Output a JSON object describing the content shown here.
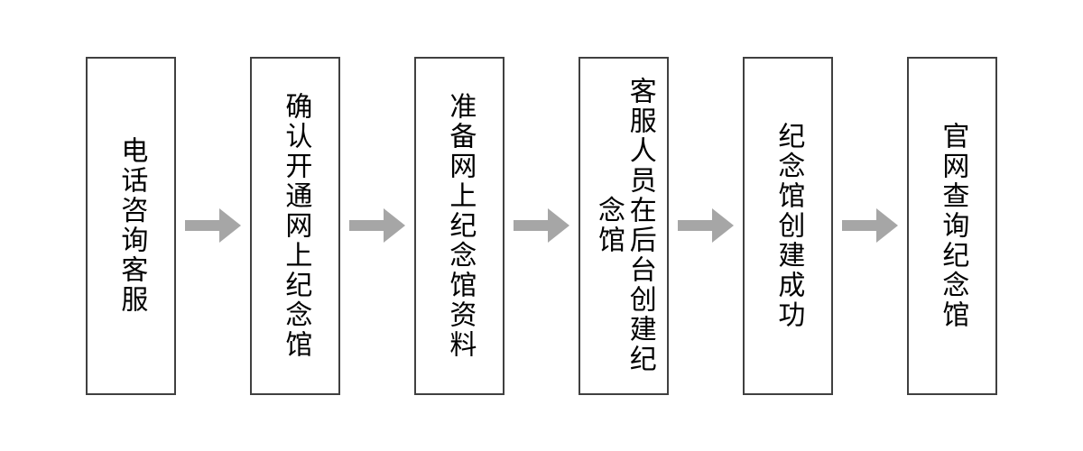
{
  "diagram": {
    "type": "horizontal-process-flow",
    "orientation": "left-to-right",
    "text_direction": "vertical-rl",
    "background_color": "#ffffff",
    "box_border_color": "#404040",
    "box_fill_color": "#ffffff",
    "text_color": "#000000",
    "arrow_color": "#a6a6a6",
    "step_count": 6,
    "arrow_count": 5,
    "steps": [
      {
        "index": 1,
        "label": "电话咨询客服"
      },
      {
        "index": 2,
        "label": "确认开通网上纪念馆"
      },
      {
        "index": 3,
        "label": "准备网上纪念馆资料"
      },
      {
        "index": 4,
        "label": "客服人员在后台创建纪念馆"
      },
      {
        "index": 5,
        "label": "纪念馆创建成功"
      },
      {
        "index": 6,
        "label": "官网查询纪念馆"
      }
    ],
    "arrows": [
      {
        "index": 1,
        "icon": "arrow-right-icon"
      },
      {
        "index": 2,
        "icon": "arrow-right-icon"
      },
      {
        "index": 3,
        "icon": "arrow-right-icon"
      },
      {
        "index": 4,
        "icon": "arrow-right-icon"
      },
      {
        "index": 5,
        "icon": "arrow-right-icon"
      }
    ]
  }
}
